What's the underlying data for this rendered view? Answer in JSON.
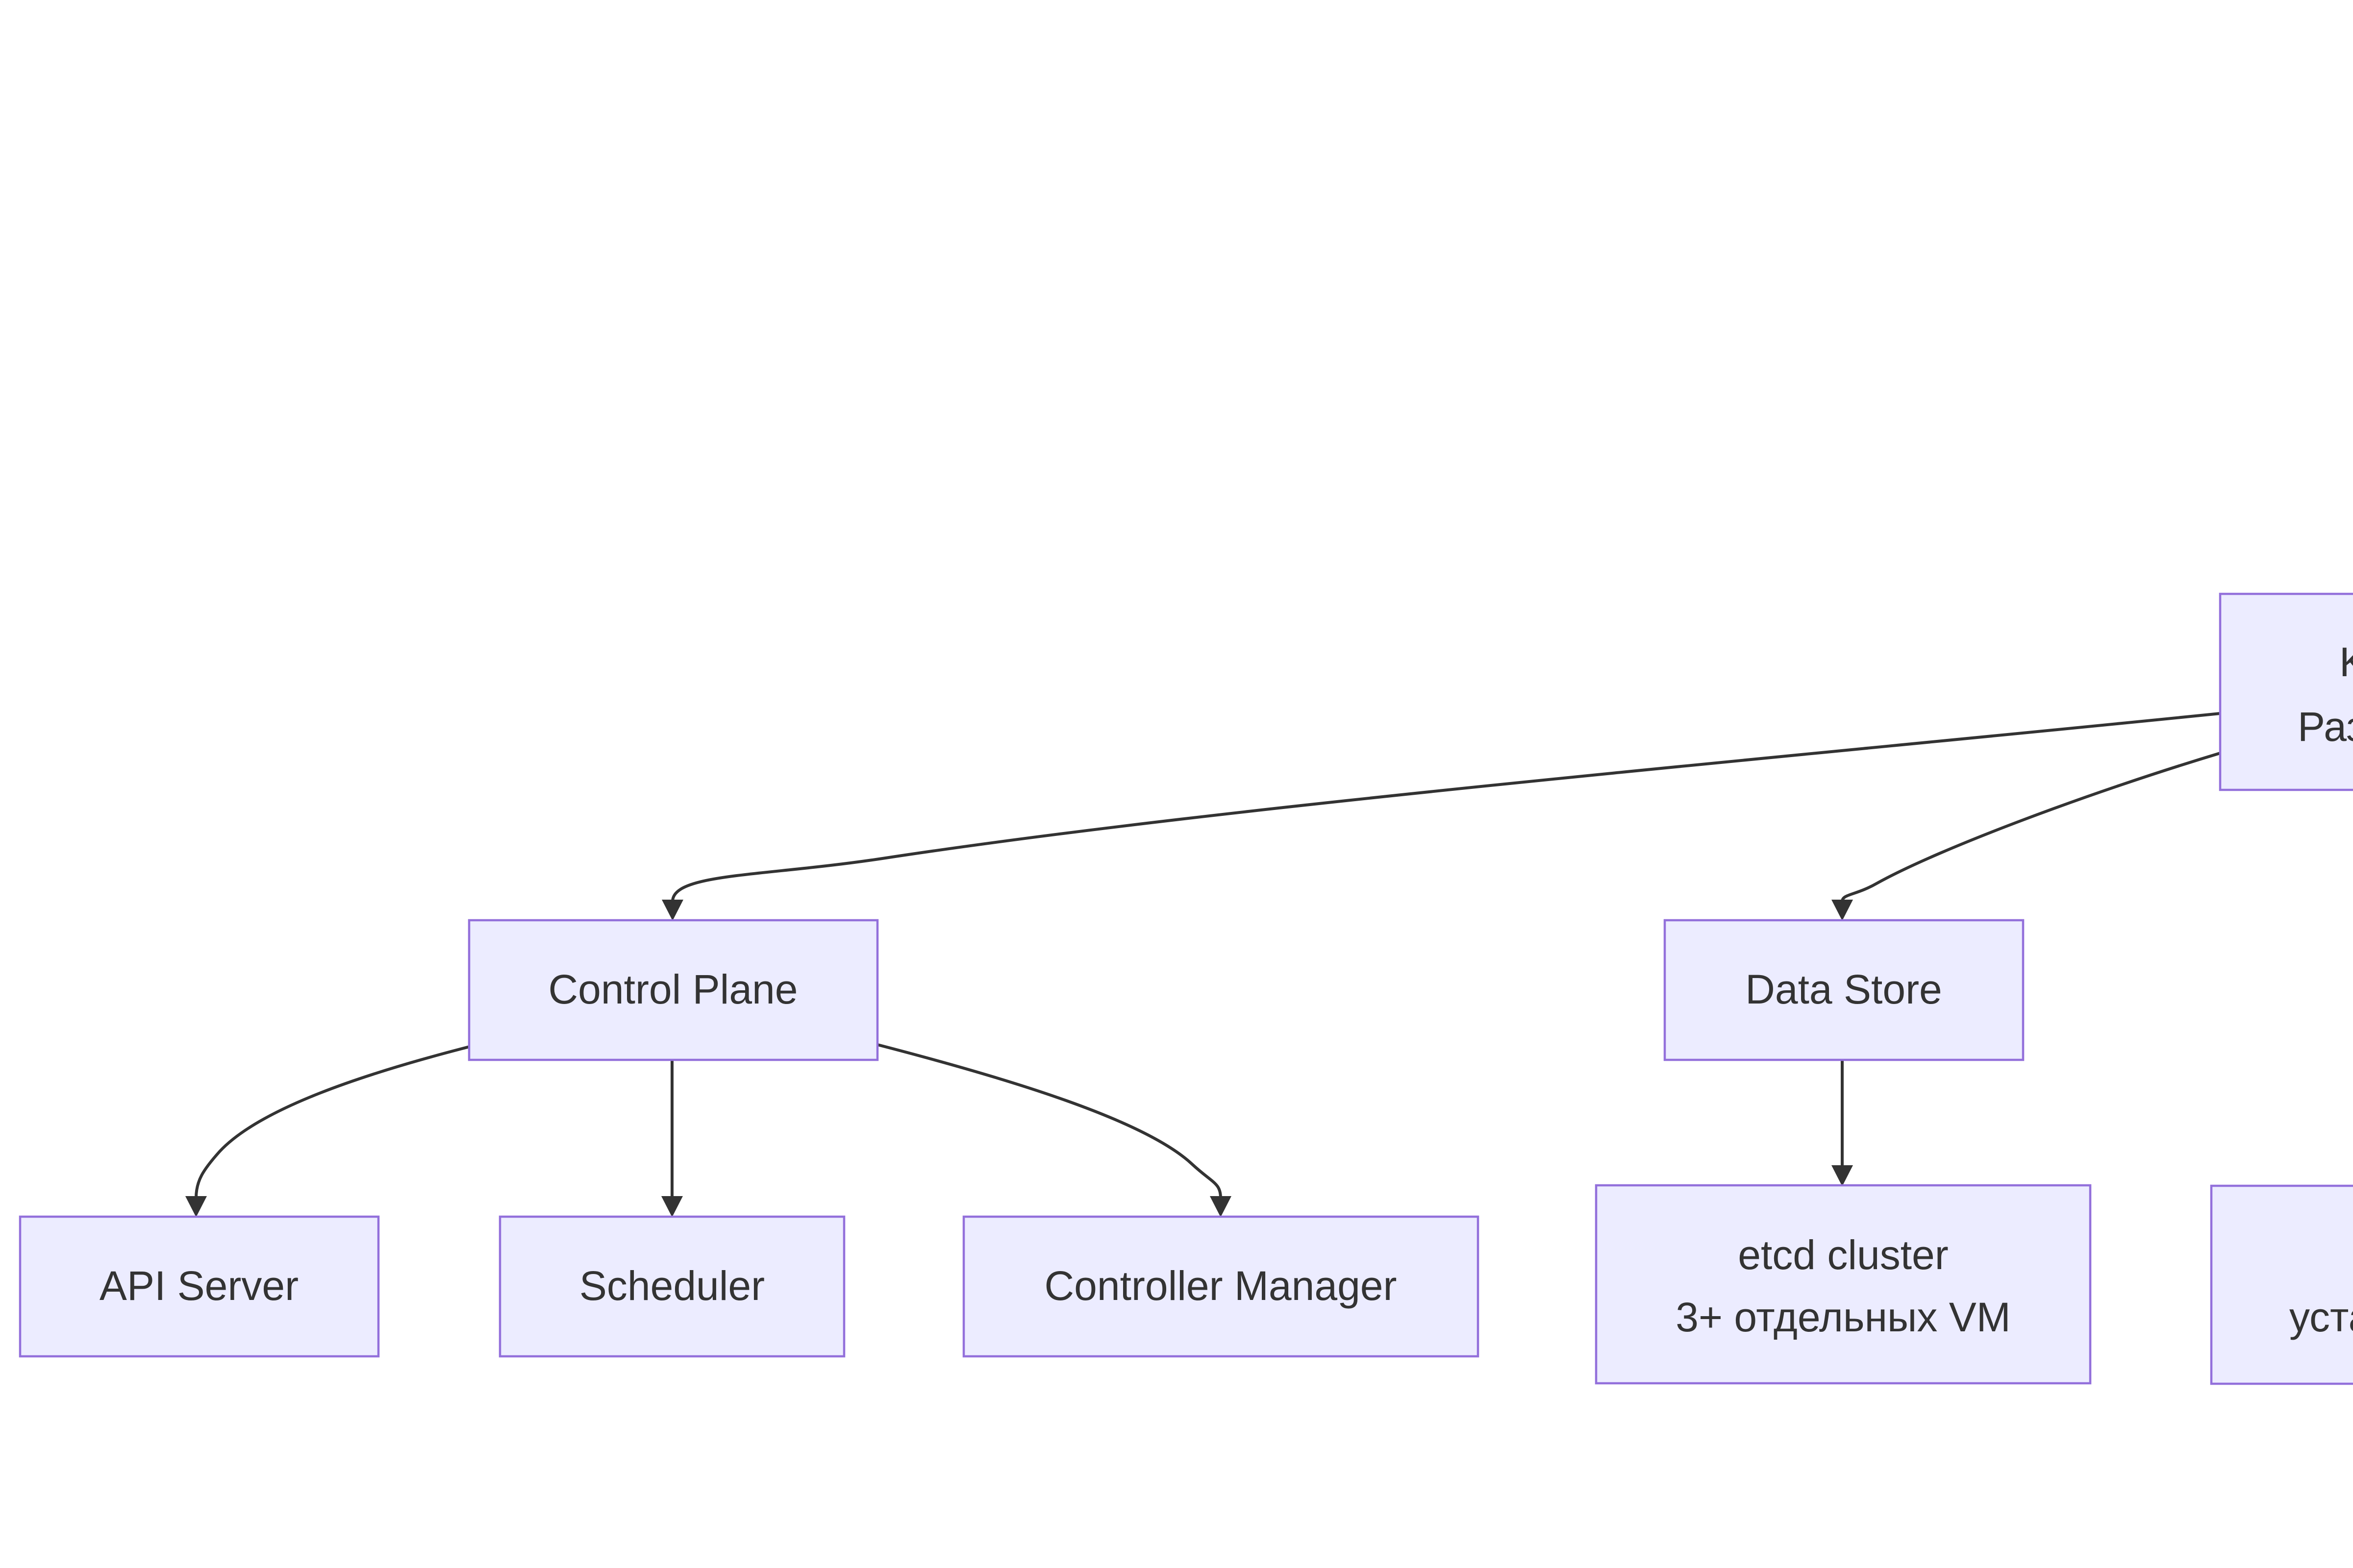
{
  "diagram": {
    "type": "flowchart-top-down",
    "language": "mixed English / Russian",
    "clipped_right_edge": true,
    "colors": {
      "background": "#FFFFFF",
      "node_fill": "#ECECFF",
      "node_border": "#9370DB",
      "edge_stroke": "#333333",
      "label_text": "#333333"
    },
    "nodes": {
      "control_plane": {
        "label": "Control Plane"
      },
      "data_store": {
        "label": "Data Store"
      },
      "api_server": {
        "label": "API Server"
      },
      "scheduler": {
        "label": "Scheduler"
      },
      "controller_manager": {
        "label": "Controller Manager"
      },
      "etcd_cluster": {
        "line1": "etcd cluster",
        "line2": "3+ отдельных VM"
      },
      "root_clipped": {
        "line1": "K",
        "line2": "Раз"
      },
      "bottom_right_clipped": {
        "line2": "уста"
      }
    },
    "edges": [
      {
        "from": "root_clipped",
        "to": "control_plane"
      },
      {
        "from": "root_clipped",
        "to": "data_store"
      },
      {
        "from": "control_plane",
        "to": "api_server"
      },
      {
        "from": "control_plane",
        "to": "scheduler"
      },
      {
        "from": "control_plane",
        "to": "controller_manager"
      },
      {
        "from": "data_store",
        "to": "etcd_cluster"
      }
    ]
  }
}
